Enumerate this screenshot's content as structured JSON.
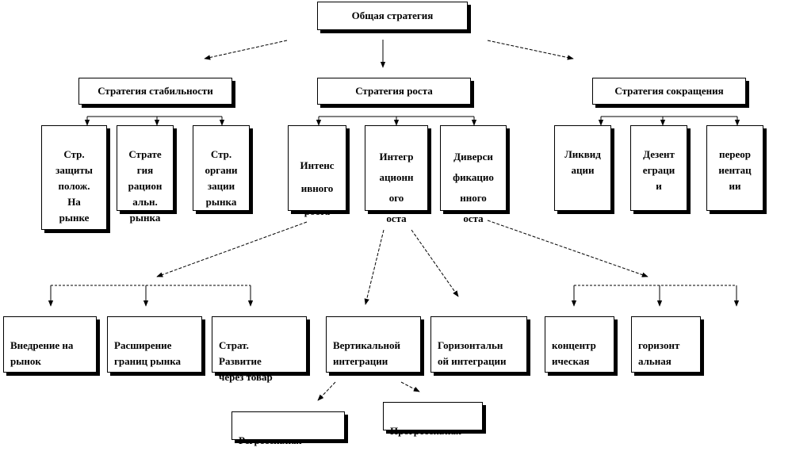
{
  "colors": {
    "line": "#000000",
    "box_fill": "#ffffff",
    "shadow": "#000000"
  },
  "root": {
    "label": "Общая стратегия"
  },
  "branches": {
    "stability": {
      "label": "Стратегия стабильности",
      "children": [
        "Стр.\nзащиты\nполож.\nНа\nрынке",
        "Страте\nгия\nрацион\nальн.\nрынка",
        "Стр.\nоргани\nзации\nрынка"
      ]
    },
    "growth": {
      "label": "Стратегия роста",
      "children": [
        "Интенс\nивного\nроста",
        "Интегр\nационн\nого\nоста",
        "Диверси\nфикацио\nнного\nоста"
      ]
    },
    "reduction": {
      "label": "Стратегия сокращения",
      "children": [
        "Ликвид\nации",
        "Дезент\nеграци\nи",
        "переор\nиентац\nии"
      ]
    }
  },
  "intensive": [
    "Внедрение на\nрынок",
    "Расширение\nграниц рынка",
    "Страт.\nРазвитие\nчерез товар"
  ],
  "integration": [
    "Вертикальной\nинтеграции",
    "Горизонтальн\nой интеграции"
  ],
  "vertical": [
    "Регрессивная",
    "Прогрессивная"
  ],
  "diversification": [
    "концентр\nическая",
    "горизонт\nальная"
  ]
}
